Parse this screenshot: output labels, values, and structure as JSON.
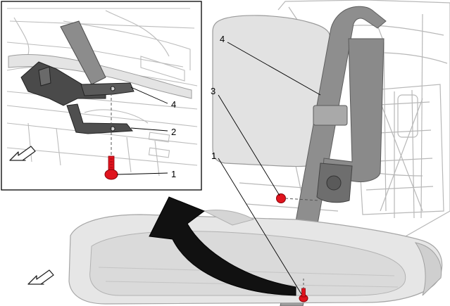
{
  "main_view": {
    "callouts": [
      {
        "label": "4"
      },
      {
        "label": "3"
      },
      {
        "label": "1"
      }
    ],
    "fastener_color": "#e0141e",
    "rotation_arrow": "fold-seat-cushion-forward",
    "direction_icon": "front-of-vehicle-arrow-icon"
  },
  "inset_view": {
    "callouts": [
      {
        "label": "4"
      },
      {
        "label": "2"
      },
      {
        "label": "1"
      }
    ],
    "fastener_color": "#e0141e",
    "direction_icon": "front-of-vehicle-arrow-icon"
  }
}
